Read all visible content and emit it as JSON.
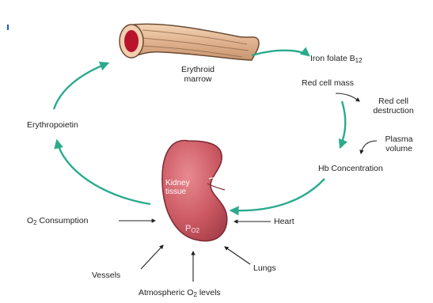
{
  "labels": {
    "erythroid_marrow_1": "Erythroid",
    "erythroid_marrow_2": "marrow",
    "iron_folate": "Iron folate B",
    "iron_folate_sub": "12",
    "red_cell_mass": "Red cell mass",
    "red_cell_destruction_1": "Red cell",
    "red_cell_destruction_2": "destruction",
    "plasma_volume_1": "Plasma",
    "plasma_volume_2": "volume",
    "hb_concentration": "Hb Concentration",
    "erythropoietin": "Erythropoietin",
    "kidney_1": "Kidney",
    "kidney_2": "tissue",
    "po2_p": "P",
    "po2_sub": "O2",
    "o2_consumption_pre": "O",
    "o2_consumption_sub": "2",
    "o2_consumption_post": " Consumption",
    "heart": "Heart",
    "vessels": "Vessels",
    "lungs": "Lungs",
    "atmospheric_pre": "Atmospheric O",
    "atmospheric_sub": "2",
    "atmospheric_post": " levels"
  },
  "colors": {
    "cycle_arrow": "#2bab8c",
    "kidney": "#c45761",
    "bone": "#e0b28e",
    "marrow": "#b8142c"
  }
}
